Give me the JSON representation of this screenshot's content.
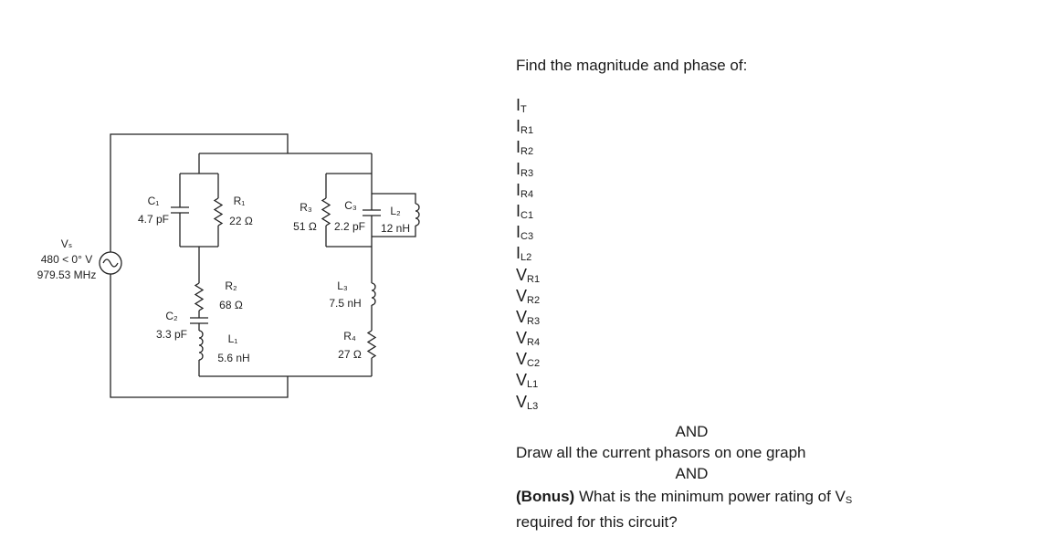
{
  "circuit": {
    "source": {
      "name": "Vₛ",
      "value": "480 < 0° V",
      "freq": "979.53 MHz"
    },
    "components": {
      "c1": {
        "name": "C₁",
        "value": "4.7 pF"
      },
      "r1": {
        "name": "R₁",
        "value": "22 Ω"
      },
      "r3": {
        "name": "R₃",
        "value": "51 Ω"
      },
      "c3": {
        "name": "C₃",
        "value": "2.2 pF"
      },
      "l2": {
        "name": "L₂",
        "value": "12 nH"
      },
      "c2": {
        "name": "C₂",
        "value": "3.3 pF"
      },
      "r2": {
        "name": "R₂",
        "value": "68 Ω"
      },
      "l1": {
        "name": "L₁",
        "value": "5.6 nH"
      },
      "l3": {
        "name": "L₃",
        "value": "7.5 nH"
      },
      "r4": {
        "name": "R₄",
        "value": "27 Ω"
      }
    }
  },
  "questions": {
    "prompt": "Find the magnitude and phase of:",
    "items": [
      {
        "main": "I",
        "sub": "T"
      },
      {
        "main": "I",
        "sub": "R1"
      },
      {
        "main": "I",
        "sub": "R2"
      },
      {
        "main": "I",
        "sub": "R3"
      },
      {
        "main": "I",
        "sub": "R4"
      },
      {
        "main": "I",
        "sub": "C1"
      },
      {
        "main": "I",
        "sub": "C3"
      },
      {
        "main": "I",
        "sub": "L2"
      },
      {
        "main": "V",
        "sub": "R1"
      },
      {
        "main": "V",
        "sub": "R2"
      },
      {
        "main": "V",
        "sub": "R3"
      },
      {
        "main": "V",
        "sub": "R4"
      },
      {
        "main": "V",
        "sub": "C2"
      },
      {
        "main": "V",
        "sub": "L1"
      },
      {
        "main": "V",
        "sub": "L3"
      }
    ],
    "and1": "AND",
    "draw": "Draw all the current phasors on one graph",
    "and2": "AND",
    "bonus_label": "(Bonus)",
    "bonus_text": " What is the minimum power rating of V",
    "bonus_sub": "S",
    "bonus_text2": "required for this circuit?"
  }
}
